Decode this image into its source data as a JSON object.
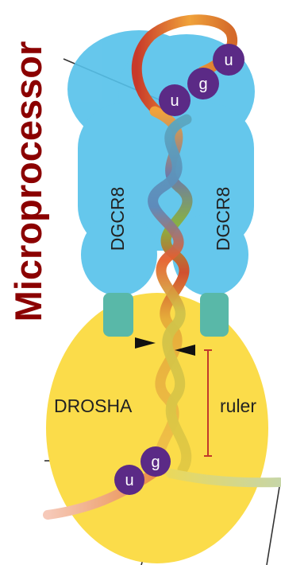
{
  "title": "Microprocessor",
  "labels": {
    "dgcr8_left": "DGCR8",
    "dgcr8_right": "DGCR8",
    "drosha": "DROSHA",
    "ruler": "ruler"
  },
  "motifs": {
    "top": [
      "u",
      "g",
      "u"
    ],
    "bottom": [
      "u",
      "g"
    ]
  },
  "colors": {
    "title": "#8b0000",
    "dgcr8": "#55c1ea",
    "drosha": "#fbdc4a",
    "ruler": "#c0392b",
    "bead": "#5b2a86"
  }
}
